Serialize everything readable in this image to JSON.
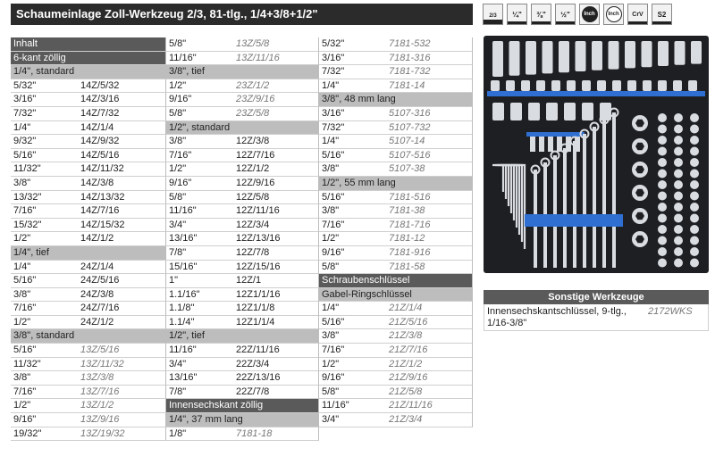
{
  "title": "Schaumeinlage Zoll-Werkzeug 2/3, 81-tlg., 1/4+3/8+1/2\"",
  "badges": [
    {
      "text": "2/3",
      "kind": "tray",
      "icon": "tray-icon"
    },
    {
      "text": "¼\"",
      "kind": "text",
      "icon": "drive-quarter-icon"
    },
    {
      "text": "⅜\"",
      "kind": "text",
      "icon": "drive-three-eighths-icon"
    },
    {
      "text": "½\"",
      "kind": "text",
      "icon": "drive-half-icon"
    },
    {
      "text": "Inch",
      "kind": "circle",
      "icon": "inch-circle-icon"
    },
    {
      "text": "Inch",
      "kind": "circle-outline",
      "icon": "inch-outline-icon"
    },
    {
      "text": "CrV",
      "kind": "text",
      "icon": "crv-material-icon"
    },
    {
      "text": "S2",
      "kind": "text",
      "icon": "s2-material-icon"
    }
  ],
  "columns": [
    [
      {
        "h": "Inhalt",
        "style": "dark"
      },
      {
        "h": "6-kant zöllig",
        "style": "dark"
      },
      {
        "h": "1/4\", standard",
        "style": "gray"
      },
      {
        "s": "5/32\"",
        "c": "14Z/5/32"
      },
      {
        "s": "3/16\"",
        "c": "14Z/3/16"
      },
      {
        "s": "7/32\"",
        "c": "14Z/7/32"
      },
      {
        "s": "1/4\"",
        "c": "14Z/1/4"
      },
      {
        "s": "9/32\"",
        "c": "14Z/9/32"
      },
      {
        "s": "5/16\"",
        "c": "14Z/5/16"
      },
      {
        "s": "11/32\"",
        "c": "14Z/11/32"
      },
      {
        "s": "3/8\"",
        "c": "14Z/3/8"
      },
      {
        "s": "13/32\"",
        "c": "14Z/13/32"
      },
      {
        "s": "7/16\"",
        "c": "14Z/7/16"
      },
      {
        "s": "15/32\"",
        "c": "14Z/15/32"
      },
      {
        "s": "1/2\"",
        "c": "14Z/1/2"
      },
      {
        "h": "1/4\", tief",
        "style": "gray"
      },
      {
        "s": "1/4\"",
        "c": "24Z/1/4"
      },
      {
        "s": "5/16\"",
        "c": "24Z/5/16"
      },
      {
        "s": "3/8\"",
        "c": "24Z/3/8"
      },
      {
        "s": "7/16\"",
        "c": "24Z/7/16"
      },
      {
        "s": "1/2\"",
        "c": "24Z/1/2"
      },
      {
        "h": "3/8\", standard",
        "style": "gray"
      },
      {
        "s": "5/16\"",
        "c": "13Z/5/16",
        "it": true
      },
      {
        "s": "11/32\"",
        "c": "13Z/11/32",
        "it": true
      },
      {
        "s": "3/8\"",
        "c": "13Z/3/8",
        "it": true
      },
      {
        "s": "7/16\"",
        "c": "13Z/7/16",
        "it": true
      },
      {
        "s": "1/2\"",
        "c": "13Z/1/2",
        "it": true
      },
      {
        "s": "9/16\"",
        "c": "13Z/9/16",
        "it": true
      },
      {
        "s": "19/32\"",
        "c": "13Z/19/32",
        "it": true
      }
    ],
    [
      {
        "s": "5/8\"",
        "c": "13Z/5/8",
        "it": true
      },
      {
        "s": "11/16\"",
        "c": "13Z/11/16",
        "it": true
      },
      {
        "h": "3/8\", tief",
        "style": "gray"
      },
      {
        "s": "1/2\"",
        "c": "23Z/1/2",
        "it": true
      },
      {
        "s": "9/16\"",
        "c": "23Z/9/16",
        "it": true
      },
      {
        "s": "5/8\"",
        "c": "23Z/5/8",
        "it": true
      },
      {
        "h": "1/2\", standard",
        "style": "gray"
      },
      {
        "s": "3/8\"",
        "c": "12Z/3/8"
      },
      {
        "s": "7/16\"",
        "c": "12Z/7/16"
      },
      {
        "s": "1/2\"",
        "c": "12Z/1/2"
      },
      {
        "s": "9/16\"",
        "c": "12Z/9/16"
      },
      {
        "s": "5/8\"",
        "c": "12Z/5/8"
      },
      {
        "s": "11/16\"",
        "c": "12Z/11/16"
      },
      {
        "s": "3/4\"",
        "c": "12Z/3/4"
      },
      {
        "s": "13/16\"",
        "c": "12Z/13/16"
      },
      {
        "s": "7/8\"",
        "c": "12Z/7/8"
      },
      {
        "s": "15/16\"",
        "c": "12Z/15/16"
      },
      {
        "s": "1\"",
        "c": "12Z/1"
      },
      {
        "s": "1.1/16\"",
        "c": "12Z1/1/16"
      },
      {
        "s": "1.1/8\"",
        "c": "12Z1/1/8"
      },
      {
        "s": "1.1/4\"",
        "c": "12Z1/1/4"
      },
      {
        "h": "1/2\", tief",
        "style": "gray"
      },
      {
        "s": "11/16\"",
        "c": "22Z/11/16"
      },
      {
        "s": "3/4\"",
        "c": "22Z/3/4"
      },
      {
        "s": "13/16\"",
        "c": "22Z/13/16"
      },
      {
        "s": "7/8\"",
        "c": "22Z/7/8"
      },
      {
        "h": "Innensechskant zöllig",
        "style": "dark"
      },
      {
        "h": "1/4\", 37 mm lang",
        "style": "gray"
      },
      {
        "s": "1/8\"",
        "c": "7181-18",
        "it": true
      }
    ],
    [
      {
        "s": "5/32\"",
        "c": "7181-532",
        "it": true
      },
      {
        "s": "3/16\"",
        "c": "7181-316",
        "it": true
      },
      {
        "s": "7/32\"",
        "c": "7181-732",
        "it": true
      },
      {
        "s": "1/4\"",
        "c": "7181-14",
        "it": true
      },
      {
        "h": "3/8\", 48 mm lang",
        "style": "gray"
      },
      {
        "s": "3/16\"",
        "c": "5107-316",
        "it": true
      },
      {
        "s": "7/32\"",
        "c": "5107-732",
        "it": true
      },
      {
        "s": "1/4\"",
        "c": "5107-14",
        "it": true
      },
      {
        "s": "5/16\"",
        "c": "5107-516",
        "it": true
      },
      {
        "s": "3/8\"",
        "c": "5107-38",
        "it": true
      },
      {
        "h": "1/2\", 55 mm lang",
        "style": "gray"
      },
      {
        "s": "5/16\"",
        "c": "7181-516",
        "it": true
      },
      {
        "s": "3/8\"",
        "c": "7181-38",
        "it": true
      },
      {
        "s": "7/16\"",
        "c": "7181-716",
        "it": true
      },
      {
        "s": "1/2\"",
        "c": "7181-12",
        "it": true
      },
      {
        "s": "9/16\"",
        "c": "7181-916",
        "it": true
      },
      {
        "s": "5/8\"",
        "c": "7181-58",
        "it": true
      },
      {
        "h": "Schraubenschlüssel",
        "style": "dark"
      },
      {
        "h": "Gabel-Ringschlüssel",
        "style": "gray"
      },
      {
        "s": "1/4\"",
        "c": "21Z/1/4",
        "it": true
      },
      {
        "s": "5/16\"",
        "c": "21Z/5/16",
        "it": true
      },
      {
        "s": "3/8\"",
        "c": "21Z/3/8",
        "it": true
      },
      {
        "s": "7/16\"",
        "c": "21Z/7/16",
        "it": true
      },
      {
        "s": "1/2\"",
        "c": "21Z/1/2",
        "it": true
      },
      {
        "s": "9/16\"",
        "c": "21Z/9/16",
        "it": true
      },
      {
        "s": "5/8\"",
        "c": "21Z/5/8",
        "it": true
      },
      {
        "s": "11/16\"",
        "c": "21Z/11/16",
        "it": true
      },
      {
        "s": "3/4\"",
        "c": "21Z/3/4",
        "it": true
      }
    ]
  ],
  "side": {
    "header": "Sonstige Werkzeuge",
    "rows": [
      {
        "desc": "Innensechskantschlüssel, 9-tlg., 1/16-3/8\"",
        "code": "2172WKS"
      }
    ]
  },
  "colors": {
    "title_bg": "#2b2b2b",
    "header_dark": "#5a5a5a",
    "header_gray": "#bdbdbd",
    "tray_bg": "#1e1f23",
    "tray_accent": "#2f6fd1",
    "chrome": "#d9dde2"
  }
}
